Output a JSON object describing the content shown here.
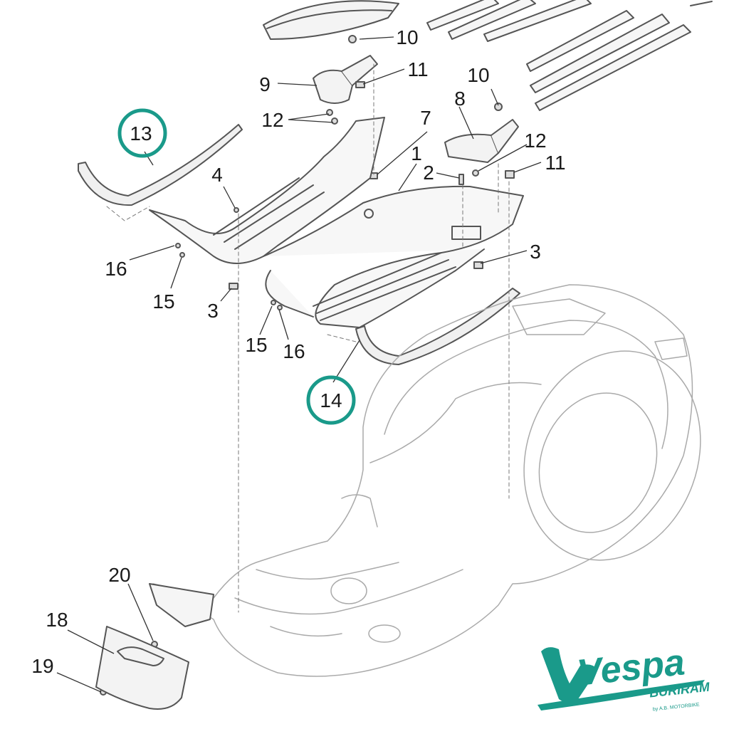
{
  "diagram": {
    "callouts": [
      "10",
      "11",
      "9",
      "12",
      "7",
      "13",
      "10",
      "8",
      "12",
      "1",
      "2",
      "11",
      "4",
      "16",
      "15",
      "3",
      "3",
      "15",
      "16",
      "14",
      "20",
      "18",
      "19"
    ],
    "highlight_color": "#1a9a8a"
  },
  "watermark": {
    "brand": "Vespa",
    "location": "BURIRAM",
    "tagline": "by A.B. MOTORBIKE",
    "color": "#1a9a8a"
  }
}
